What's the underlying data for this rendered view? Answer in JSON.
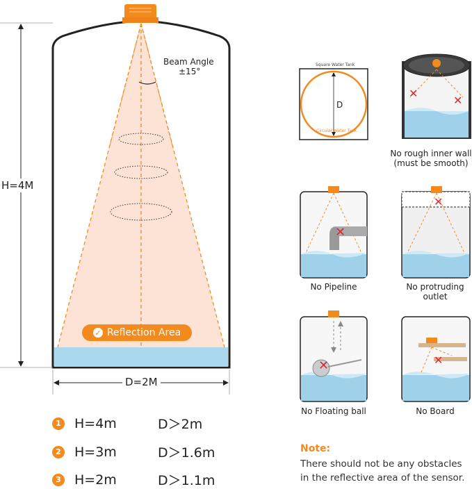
{
  "main_diagram": {
    "height_label": "H=4M",
    "width_label": "D=2M",
    "beam_angle_title": "Beam Angle",
    "beam_angle_value": "±15°",
    "reflection_area": "Reflection Area"
  },
  "table": [
    {
      "num": "1",
      "h": "H=4m",
      "d": "D＞2m"
    },
    {
      "num": "2",
      "h": "H=3m",
      "d": "D＞1.6m"
    },
    {
      "num": "3",
      "h": "H=2m",
      "d": "D＞1.1m"
    }
  ],
  "tank_shape": {
    "square_label": "Square Water Tank",
    "circular_label": "Circular Water Tank",
    "d_label": "D"
  },
  "panels": {
    "rough_wall": {
      "line1": "No rough inner wall",
      "line2": "(must be smooth)"
    },
    "pipeline": "No Pipeline",
    "outlet": "No protruding outlet",
    "floating_ball": "No Floating ball",
    "board": "No Board"
  },
  "note": {
    "title": "Note:",
    "text": "There should not be any obstacles in the reflective area of the sensor."
  },
  "colors": {
    "accent": "#f28a1e",
    "tank_outline": "#222222",
    "water": "#a9d8ef",
    "beam": "#fde3d6",
    "cross": "#e3262d"
  }
}
